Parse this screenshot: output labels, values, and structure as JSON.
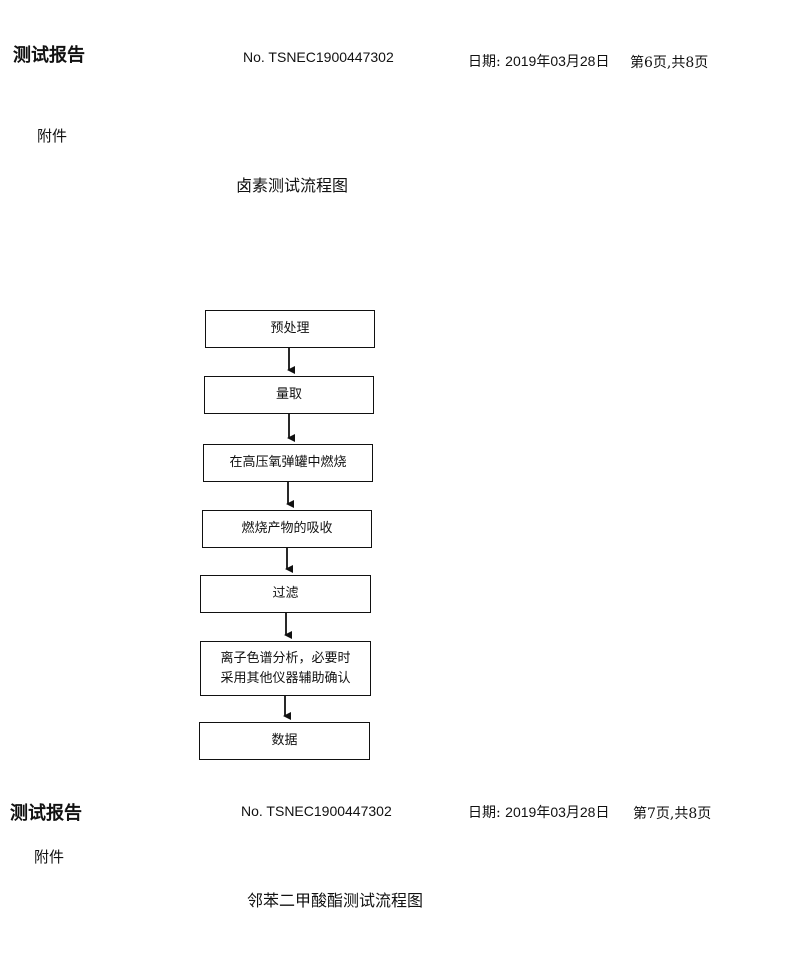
{
  "page1": {
    "report_title": "测试报告",
    "report_no": "No. TSNEC1900447302",
    "date_label": "日期:",
    "date_value": "2019年03月28日",
    "page_info": "第6页,共8页",
    "annex_label": "附件",
    "flowchart_title": "卤素测试流程图",
    "steps": [
      "预处理",
      "量取",
      "在高压氧弹罐中燃烧",
      "燃烧产物的吸收",
      "过滤",
      "离子色谱分析，必要时",
      "采用其他仪器辅助确认",
      "数据"
    ]
  },
  "page2": {
    "report_title": "测试报告",
    "report_no": "No. TSNEC1900447302",
    "date_label": "日期:",
    "date_value": "2019年03月28日",
    "page_info": "第7页,共8页",
    "annex_label": "附件",
    "flowchart_title": "邻苯二甲酸酯测试流程图"
  }
}
